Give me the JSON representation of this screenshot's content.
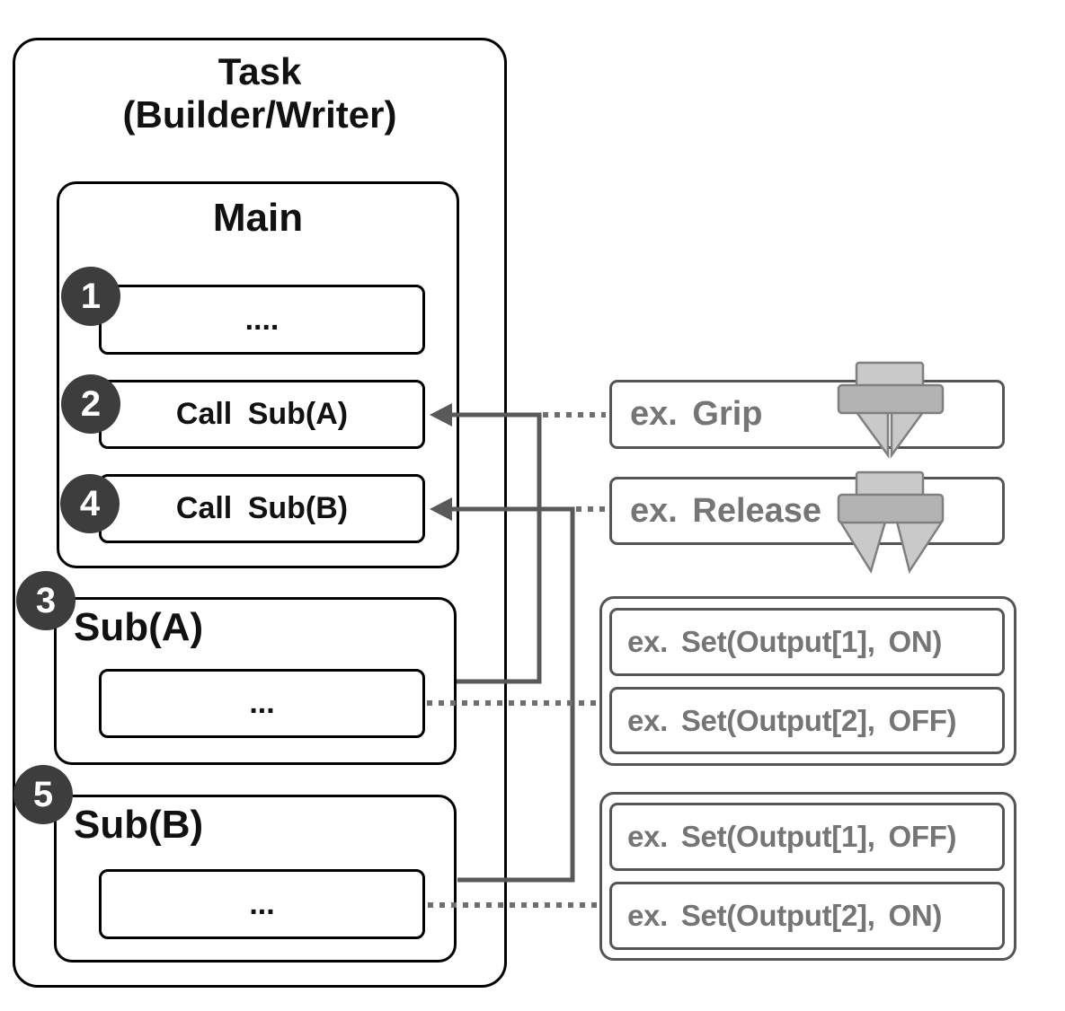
{
  "diagram": {
    "task": {
      "title_line1": "Task",
      "title_line2": "(Builder/Writer)"
    },
    "main": {
      "title": "Main",
      "rows": [
        {
          "badge": "1",
          "label": "...."
        },
        {
          "badge": "2",
          "label": "Call Sub(A)"
        },
        {
          "badge": "4",
          "label": "Call Sub(B)"
        }
      ]
    },
    "sub_a": {
      "badge": "3",
      "title": "Sub(A)",
      "body": "..."
    },
    "sub_b": {
      "badge": "5",
      "title": "Sub(B)",
      "body": "..."
    },
    "examples": {
      "grip_label": "ex. Grip",
      "release_label": "ex. Release",
      "group_a": [
        "ex. Set(Output[1], ON)",
        "ex. Set(Output[2], OFF)"
      ],
      "group_b": [
        "ex. Set(Output[1], OFF)",
        "ex. Set(Output[2], ON)"
      ]
    },
    "icons": {
      "grip": "gripper-closed-icon",
      "release": "gripper-open-icon"
    },
    "colors": {
      "box_border": "#000000",
      "badge_bg": "#3d3d3d",
      "badge_text": "#ffffff",
      "connector_solid": "#595959",
      "connector_dotted": "#6e6e6e",
      "example_border": "#555555",
      "example_text": "#757575",
      "icon_light_gray": "#c9c9c9",
      "icon_mid_gray": "#b3b3b3",
      "icon_border": "#7f7f7f"
    }
  }
}
